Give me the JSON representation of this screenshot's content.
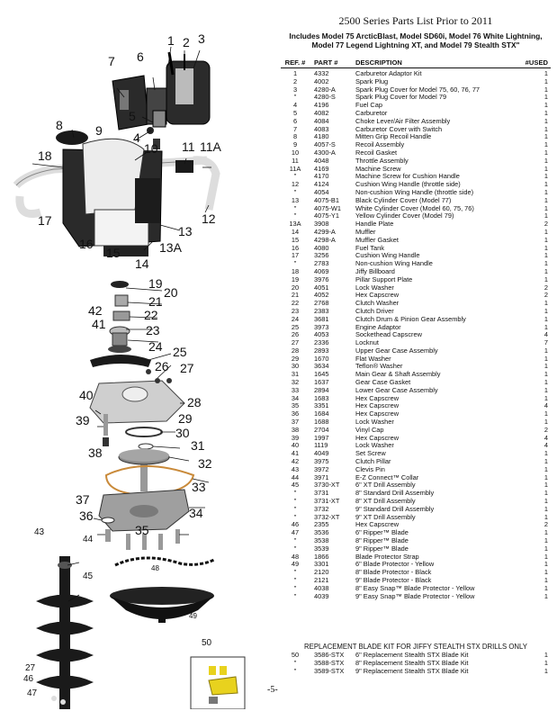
{
  "document": {
    "title": "2500 Series Parts List Prior to 2011",
    "subtitle_line1": "Includes Model 75 ArcticBlast, Model SD60i, Model 76 White Lightning,",
    "subtitle_line2": "Model 77 Legend Lightning XT, and Model 79 Stealth STX\"",
    "page_number": "-5-"
  },
  "columns": {
    "ref": "REF. #",
    "part": "PART #",
    "desc": "DESCRIPTION",
    "used": "#USED"
  },
  "parts": [
    {
      "ref": "1",
      "part": "4332",
      "desc": "Carburetor Adaptor Kit",
      "used": "1"
    },
    {
      "ref": "2",
      "part": "4002",
      "desc": "Spark Plug",
      "used": "1"
    },
    {
      "ref": "3",
      "part": "4280-A",
      "desc": "Spark Plug Cover for Model 75, 60, 76, 77",
      "used": "1"
    },
    {
      "ref": "\"",
      "part": "4280-S",
      "desc": "Spark Plug Cover for Model 79",
      "used": "1"
    },
    {
      "ref": "4",
      "part": "4196",
      "desc": "Fuel Cap",
      "used": "1"
    },
    {
      "ref": "5",
      "part": "4082",
      "desc": "Carburetor",
      "used": "1"
    },
    {
      "ref": "6",
      "part": "4084",
      "desc": "Choke Lever/Air Filter Assembly",
      "used": "1"
    },
    {
      "ref": "7",
      "part": "4083",
      "desc": "Carburetor Cover with Switch",
      "used": "1"
    },
    {
      "ref": "8",
      "part": "4180",
      "desc": "Mitten Grip Recoil Handle",
      "used": "1"
    },
    {
      "ref": "9",
      "part": "4057-S",
      "desc": "Recoil Assembly",
      "used": "1"
    },
    {
      "ref": "10",
      "part": "4300-A",
      "desc": "Recoil Gasket",
      "used": "1"
    },
    {
      "ref": "11",
      "part": "4048",
      "desc": "Throttle Assembly",
      "used": "1"
    },
    {
      "ref": "11A",
      "part": "4169",
      "desc": "Machine Screw",
      "used": "1"
    },
    {
      "ref": "\"",
      "part": "4170",
      "desc": "Machine Screw for Cushion  Handle",
      "used": "1"
    },
    {
      "ref": "12",
      "part": "4124",
      "desc": "Cushion Wing Handle (throttle side)",
      "used": "1"
    },
    {
      "ref": "\"",
      "part": "4054",
      "desc": "Non-cushion Wing Handle (throttle side)",
      "used": "1"
    },
    {
      "ref": "13",
      "part": "4075-B1",
      "desc": "Black Cylinder Cover (Model 77)",
      "used": "1"
    },
    {
      "ref": "\"",
      "part": "4075-W1",
      "desc": "White Cylinder Cover (Model 60, 75, 76)",
      "used": "1"
    },
    {
      "ref": "\"",
      "part": "4075-Y1",
      "desc": "Yellow Cylinder Cover (Model 79)",
      "used": "1"
    },
    {
      "ref": "13A",
      "part": "3908",
      "desc": "Handle Plate",
      "used": "2"
    },
    {
      "ref": "14",
      "part": "4299-A",
      "desc": "Muffler",
      "used": "1"
    },
    {
      "ref": "15",
      "part": "4298-A",
      "desc": "Muffler Gasket",
      "used": "1"
    },
    {
      "ref": "16",
      "part": "4080",
      "desc": "Fuel Tank",
      "used": "1"
    },
    {
      "ref": "17",
      "part": "3256",
      "desc": "Cushion Wing Handle",
      "used": "1"
    },
    {
      "ref": "\"",
      "part": "2783",
      "desc": "Non-cushion Wing Handle",
      "used": "1"
    },
    {
      "ref": "18",
      "part": "4069",
      "desc": "Jiffy Billboard",
      "used": "1"
    },
    {
      "ref": "19",
      "part": "3976",
      "desc": "Pillar Support Plate",
      "used": "1"
    },
    {
      "ref": "20",
      "part": "4051",
      "desc": "Lock Washer",
      "used": "2"
    },
    {
      "ref": "21",
      "part": "4052",
      "desc": "Hex Capscrew",
      "used": "2"
    },
    {
      "ref": "22",
      "part": "2768",
      "desc": "Clutch Washer",
      "used": "1"
    },
    {
      "ref": "23",
      "part": "2383",
      "desc": "Clutch Driver",
      "used": "1"
    },
    {
      "ref": "24",
      "part": "3681",
      "desc": "Clutch Drum & Pinion Gear Assembly",
      "used": "1"
    },
    {
      "ref": "25",
      "part": "3973",
      "desc": "Engine Adaptor",
      "used": "1"
    },
    {
      "ref": "26",
      "part": "4053",
      "desc": "Sockethead Capscrew",
      "used": "4"
    },
    {
      "ref": "27",
      "part": "2336",
      "desc": "Locknut",
      "used": "7"
    },
    {
      "ref": "28",
      "part": "2893",
      "desc": "Upper Gear Case Assembly",
      "used": "1"
    },
    {
      "ref": "29",
      "part": "1670",
      "desc": "Flat Washer",
      "used": "1"
    },
    {
      "ref": "30",
      "part": "3634",
      "desc": "Teflon® Washer",
      "used": "1"
    },
    {
      "ref": "31",
      "part": "1645",
      "desc": "Main Gear & Shaft Assembly",
      "used": "1"
    },
    {
      "ref": "32",
      "part": "1637",
      "desc": "Gear Case Gasket",
      "used": "1"
    },
    {
      "ref": "33",
      "part": "2894",
      "desc": "Lower Gear Case Assembly",
      "used": "1"
    },
    {
      "ref": "34",
      "part": "1683",
      "desc": "Hex Capscrew",
      "used": "1"
    },
    {
      "ref": "35",
      "part": "3351",
      "desc": "Hex Capscrew",
      "used": "4"
    },
    {
      "ref": "36",
      "part": "1684",
      "desc": "Hex Capscrew",
      "used": "1"
    },
    {
      "ref": "37",
      "part": "1688",
      "desc": "Lock Washer",
      "used": "1"
    },
    {
      "ref": "38",
      "part": "2704",
      "desc": "Vinyl Cap",
      "used": "2"
    },
    {
      "ref": "39",
      "part": "1997",
      "desc": "Hex Capscrew",
      "used": "4"
    },
    {
      "ref": "40",
      "part": "1119",
      "desc": "Lock Washer",
      "used": "4"
    },
    {
      "ref": "41",
      "part": "4049",
      "desc": "Set Screw",
      "used": "1"
    },
    {
      "ref": "42",
      "part": "3975",
      "desc": "Clutch Pillar",
      "used": "1"
    },
    {
      "ref": "43",
      "part": "3972",
      "desc": "Clevis Pin",
      "used": "1"
    },
    {
      "ref": "44",
      "part": "3971",
      "desc": "E-Z Connect™ Collar",
      "used": "1"
    },
    {
      "ref": "45",
      "part": "3730-XT",
      "desc": "6\" XT Drill Assembly",
      "used": "1"
    },
    {
      "ref": "\"",
      "part": "3731",
      "desc": "8\" Standard Drill Assembly",
      "used": "1"
    },
    {
      "ref": "\"",
      "part": "3731-XT",
      "desc": "8\" XT Drill Assembly",
      "used": "1"
    },
    {
      "ref": "\"",
      "part": "3732",
      "desc": "9\" Standard Drill Assembly",
      "used": "1"
    },
    {
      "ref": "\"",
      "part": "3732-XT",
      "desc": "9\" XT Drill Assembly",
      "used": "1"
    },
    {
      "ref": "46",
      "part": "2355",
      "desc": "Hex Capscrew",
      "used": "2"
    },
    {
      "ref": "47",
      "part": "3536",
      "desc": "6\" Ripper™ Blade",
      "used": "1"
    },
    {
      "ref": "\"",
      "part": "3538",
      "desc": "8\" Ripper™ Blade",
      "used": "1"
    },
    {
      "ref": "\"",
      "part": "3539",
      "desc": "9\" Ripper™ Blade",
      "used": "1"
    },
    {
      "ref": "48",
      "part": "1866",
      "desc": "Blade Protector Strap",
      "used": "1"
    },
    {
      "ref": "49",
      "part": "3301",
      "desc": "6\" Blade Protector - Yellow",
      "used": "1"
    },
    {
      "ref": "\"",
      "part": "2120",
      "desc": "8\" Blade Protector - Black",
      "used": "1"
    },
    {
      "ref": "\"",
      "part": "2121",
      "desc": "9\" Blade Protector - Black",
      "used": "1"
    },
    {
      "ref": "\"",
      "part": "4038",
      "desc": "8\" Easy Snap™ Blade Protector - Yellow",
      "used": "1"
    },
    {
      "ref": "\"",
      "part": "4039",
      "desc": "9\" Easy Snap™ Blade Protector - Yellow",
      "used": "1"
    }
  ],
  "blade_kit": {
    "heading": "REPLACEMENT BLADE KIT FOR JIFFY STEALTH STX DRILLS ONLY",
    "rows": [
      {
        "ref": "50",
        "part": "3586-STX",
        "desc": "6\" Replacement Stealth STX Blade Kit",
        "used": "1"
      },
      {
        "ref": "\"",
        "part": "3588-STX",
        "desc": "8\" Replacement Stealth STX Blade Kit",
        "used": "1"
      },
      {
        "ref": "\"",
        "part": "3589-STX",
        "desc": "9\" Replacement Stealth STX Blade Kit",
        "used": "1"
      }
    ]
  },
  "callouts": {
    "c1": "1",
    "c2": "2",
    "c3": "3",
    "c4": "4",
    "c5": "5",
    "c6": "6",
    "c7": "7",
    "c8": "8",
    "c9": "9",
    "c10": "10",
    "c11": "11",
    "c11a": "11A",
    "c12": "12",
    "c13": "13",
    "c13a": "13A",
    "c14": "14",
    "c15": "15",
    "c16": "16",
    "c17": "17",
    "c18": "18",
    "c19": "19",
    "c20": "20",
    "c21": "21",
    "c22": "22",
    "c23": "23",
    "c24": "24",
    "c25": "25",
    "c26": "26",
    "c27": "27",
    "c28": "28",
    "c29": "29",
    "c30": "30",
    "c31": "31",
    "c32": "32",
    "c33": "33",
    "c34": "34",
    "c35": "35",
    "c36": "36",
    "c37": "37",
    "c38": "38",
    "c39": "39",
    "c40": "40",
    "c41": "41",
    "c42": "42",
    "c43": "43",
    "c44": "44",
    "c45": "45",
    "c46": "46",
    "c47": "47",
    "c48": "48",
    "c49": "49",
    "c50": "50",
    "c27b": "27"
  },
  "colors": {
    "blade_yellow": "#e8d21e",
    "drill_black": "#1a1a1a",
    "grey_metal": "#9a9a9a"
  }
}
